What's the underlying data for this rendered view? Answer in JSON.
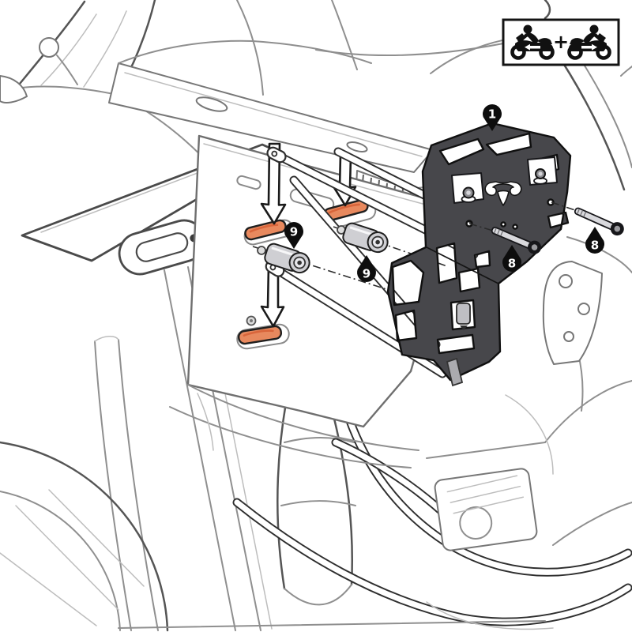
{
  "diagram_type": "motorcycle-rear-rack-assembly-instruction",
  "callouts": {
    "rack": "1",
    "screw_left": "8",
    "screw_right": "8",
    "spacer_left": "9",
    "spacer_right": "9"
  },
  "icon_panel": {
    "plus": "+",
    "left_icon": "motorcycle-rider-facing-left",
    "right_icon": "motorcycle-rider-facing-right"
  },
  "icons": {
    "insertion_arrows": "down-arrow",
    "insertion_arrow_count": 3
  },
  "colors": {
    "accent_orange": "#E8895E",
    "accent_orange_dark": "#D9653B",
    "rack_fill": "#47474B",
    "plate_fill": "#E7E7E7",
    "spacer_fill": "#CFCFD3",
    "screw_fill": "#D9D9DD",
    "outline": "#1A1A1A",
    "line_art": "#8F8F8F"
  }
}
